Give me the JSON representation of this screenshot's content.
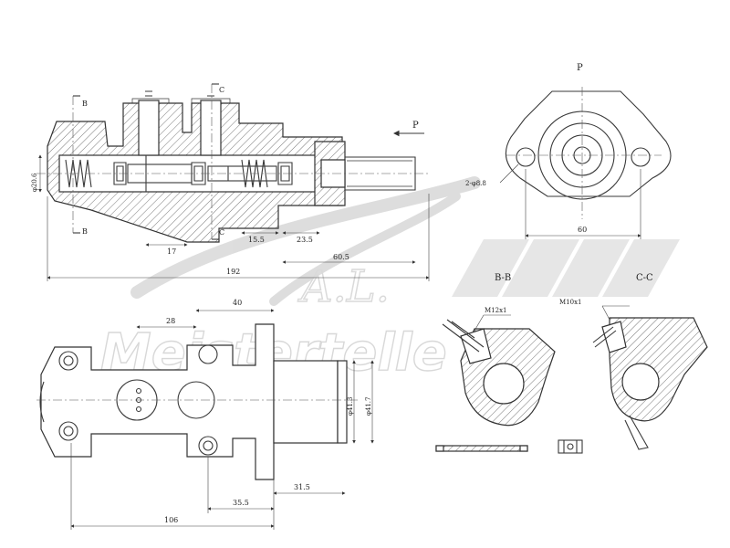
{
  "watermark": {
    "brand_text": "Meistertelle",
    "logo_letters": "A.L."
  },
  "labels": {
    "section_b_top": "B",
    "section_b_bottom": "B",
    "section_c_top": "C",
    "section_c_bottom": "C",
    "arrow_p_side": "P",
    "arrow_p_end": "P",
    "section_bb_title": "B-B",
    "section_cc_title": "C-C",
    "thread_bb": "M12x1",
    "thread_cc": "M10x1",
    "holes_callout": "2-φ8.8"
  },
  "dimensions": {
    "bore_dia": "φ20.6",
    "len_17": "17",
    "len_15_5": "15.5",
    "len_23_5": "23.5",
    "len_60_5": "60.5",
    "len_192": "192",
    "flange_60": "60",
    "len_40": "40",
    "len_28": "28",
    "dia_41_3": "φ41.3",
    "dia_41_7": "φ41.7",
    "len_31_5": "31.5",
    "len_35_5": "35.5",
    "len_106": "106"
  }
}
